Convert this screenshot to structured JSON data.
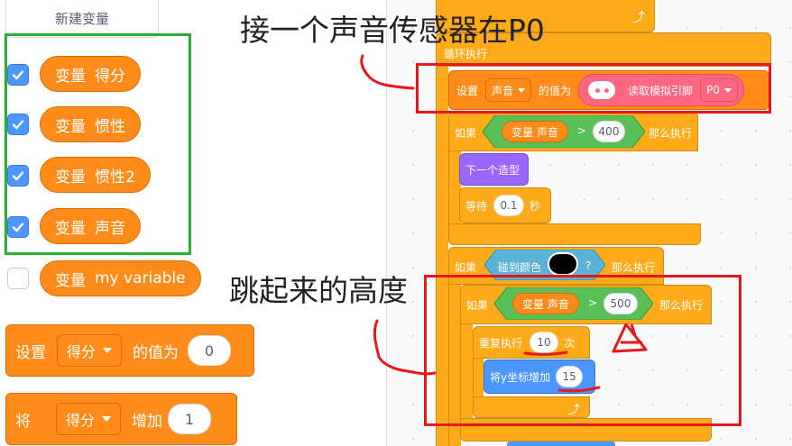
{
  "palette": {
    "new_variable_button": "新建变量",
    "variables": [
      {
        "kind": "变量",
        "name": "得分",
        "checked": true
      },
      {
        "kind": "变量",
        "name": "惯性",
        "checked": true
      },
      {
        "kind": "变量",
        "name": "惯性2",
        "checked": true
      },
      {
        "kind": "变量",
        "name": "声音",
        "checked": true
      },
      {
        "kind": "变量",
        "name": "my variable",
        "checked": false
      }
    ],
    "set_block": {
      "label": "设置",
      "var": "得分",
      "to_label": "的值为",
      "value": "0"
    },
    "change_block": {
      "label": "将",
      "var": "得分",
      "by_label": "增加",
      "value": "1"
    }
  },
  "script": {
    "forever_label": "循环执行",
    "set": {
      "label": "设置",
      "var": "声音",
      "to_label": "的值为",
      "read_label": "读取模拟引脚",
      "pin": "P0"
    },
    "if1": {
      "if_label": "如果",
      "reporter": "变量 声音",
      "op": ">",
      "value": "400",
      "then_label": "那么执行"
    },
    "next_costume": "下一个造型",
    "wait": {
      "label": "等待",
      "value": "0.1",
      "unit": "秒"
    },
    "if2": {
      "if_label": "如果",
      "sensing": "碰到颜色",
      "color_hex": "#000000",
      "q": "?",
      "then_label": "那么执行"
    },
    "if3": {
      "if_label": "如果",
      "reporter": "变量 声音",
      "op": ">",
      "value": "500",
      "then_label": "那么执行"
    },
    "repeat": {
      "label": "重复执行",
      "value": "10",
      "unit": "次"
    },
    "change_y": {
      "label": "将y坐标增加",
      "value": "15"
    }
  },
  "annotations": {
    "top_note": "接一个声音传感器在P0",
    "mid_note": "跳起来的高度"
  },
  "colors": {
    "variables_block": "#ff8c1a",
    "control_block": "#ffab19",
    "operator_block": "#59c059",
    "sensing_block": "#5cb1d6",
    "looks_block": "#9966ff",
    "motion_block": "#4c97ff",
    "extension_block": "#ff6680",
    "annotation_red": "#e8161d",
    "annotation_green": "#28b12e"
  }
}
